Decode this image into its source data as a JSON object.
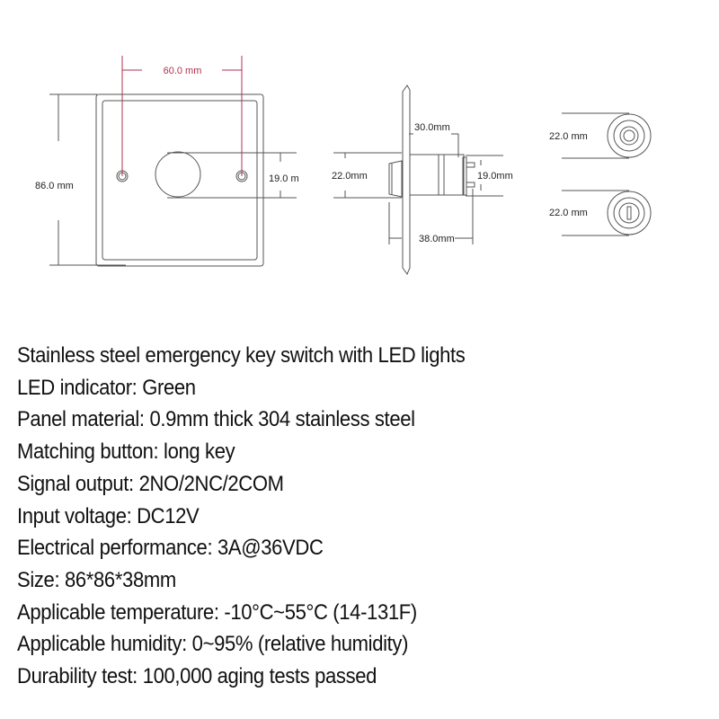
{
  "diagram": {
    "front_view": {
      "hole_spacing": "60.0 mm",
      "height": "86.0 mm",
      "button_diameter": "19.0 m"
    },
    "side_view": {
      "body_length": "30.0mm",
      "head_diameter": "22.0mm",
      "body_diameter": "19.0mm",
      "total_depth": "38.0mm"
    },
    "key_views": [
      {
        "label": "22.0 mm",
        "icon": "led-ring-icon"
      },
      {
        "label": "22.0 mm",
        "icon": "keyhole-icon"
      }
    ],
    "colors": {
      "line": "#555555",
      "accent": "#b03050"
    }
  },
  "specs": [
    "Stainless steel emergency key switch with LED lights",
    "LED indicator: Green",
    "Panel material: 0.9mm thick 304 stainless steel",
    "Matching button: long key",
    "Signal output: 2NO/2NC/2COM",
    "Input voltage: DC12V",
    "Electrical performance: 3A@36VDC",
    "Size: 86*86*38mm",
    "Applicable temperature: -10°C~55°C (14-131F)",
    "Applicable humidity: 0~95% (relative humidity)",
    "Durability test: 100,000 aging tests passed"
  ]
}
